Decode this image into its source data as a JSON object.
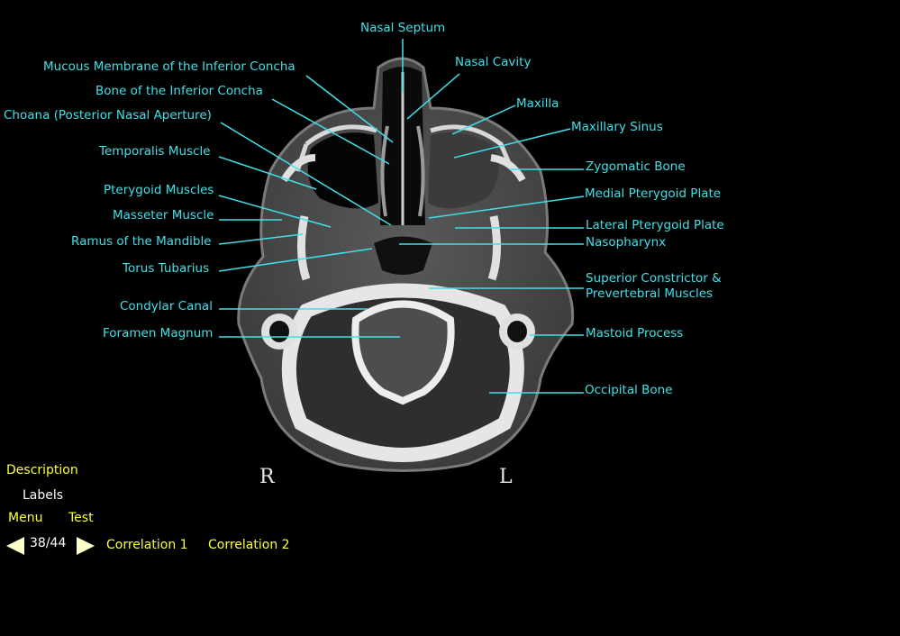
{
  "image": {
    "orientation_left": "R",
    "orientation_right": "L"
  },
  "labels": {
    "nasal_septum": "Nasal Septum",
    "nasal_cavity": "Nasal Cavity",
    "mucous_membrane": "Mucous Membrane of the Inferior Concha",
    "bone_inferior_concha": "Bone of the Inferior Concha",
    "choana": "Choana (Posterior Nasal Aperture)",
    "temporalis": "Temporalis Muscle",
    "pterygoid_muscles": "Pterygoid Muscles",
    "masseter": "Masseter Muscle",
    "ramus": "Ramus of the Mandible",
    "torus_tubarius": "Torus Tubarius",
    "condylar_canal": "Condylar Canal",
    "foramen_magnum": "Foramen Magnum",
    "maxilla": "Maxilla",
    "maxillary_sinus": "Maxillary Sinus",
    "zygomatic_bone": "Zygomatic Bone",
    "medial_pterygoid_plate": "Medial Pterygoid Plate",
    "lateral_pterygoid_plate": "Lateral Pterygoid Plate",
    "nasopharynx": "Nasopharynx",
    "superior_constrictor_1": "Superior Constrictor &",
    "superior_constrictor_2": "Prevertebral Muscles",
    "mastoid_process": "Mastoid Process",
    "occipital_bone": "Occipital Bone"
  },
  "nav": {
    "description": "Description",
    "labels": "Labels",
    "menu": "Menu",
    "test": "Test",
    "counter": "38/44",
    "correlation1": "Correlation 1",
    "correlation2": "Correlation 2"
  },
  "colors": {
    "label": "#3fe0e8",
    "nav": "#ffff33",
    "background": "#000000"
  }
}
